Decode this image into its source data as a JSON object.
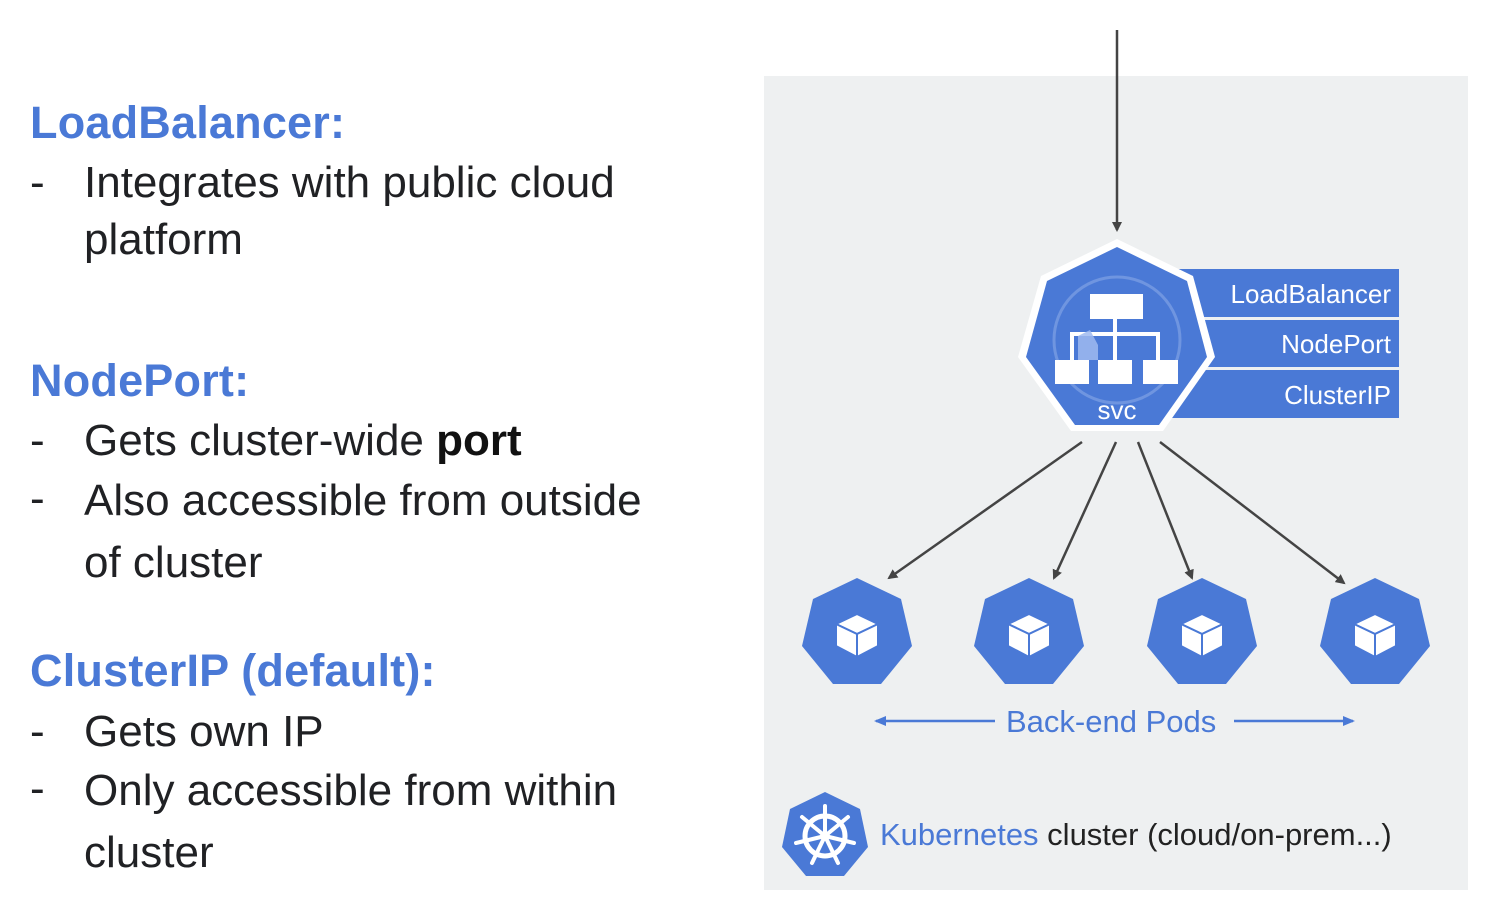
{
  "sections": [
    {
      "heading": "LoadBalancer:",
      "bullets": [
        {
          "text": "Integrates with public cloud platform"
        }
      ]
    },
    {
      "heading": "NodePort:",
      "bullets": [
        {
          "text": "Gets cluster-wide ",
          "strong": "port"
        },
        {
          "text": "Also accessible from outside of cluster"
        }
      ]
    },
    {
      "heading": "ClusterIP (default):",
      "bullets": [
        {
          "text": "Gets own IP"
        },
        {
          "text": "Only accessible from within cluster"
        }
      ]
    }
  ],
  "bullet_marker": "-",
  "diagram": {
    "service_label": "svc",
    "service_types": [
      "LoadBalancer",
      "NodePort",
      "ClusterIP"
    ],
    "pods_label": "Back-end Pods",
    "pod_count": 4,
    "cluster_label_highlight": "Kubernetes",
    "cluster_label_rest": " cluster (cloud/on-prem...)",
    "icons": {
      "service": "service-network-icon",
      "pod": "pod-cube-icon",
      "cluster": "kubernetes-helm-icon"
    }
  },
  "colors": {
    "accent": "#4a79d6",
    "panel": "#eef0f1",
    "text": "#202124"
  }
}
